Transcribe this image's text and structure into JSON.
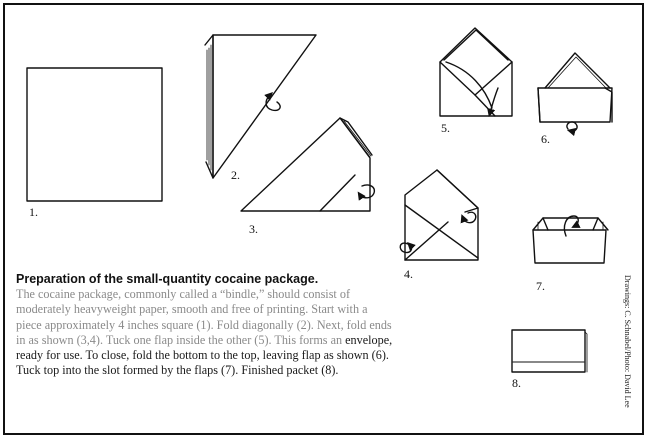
{
  "figure": {
    "step_labels": [
      "1.",
      "2.",
      "3.",
      "4.",
      "5.",
      "6.",
      "7.",
      "8."
    ]
  },
  "caption": {
    "title": "Preparation of the small-quantity cocaine package.",
    "body_faded": "The cocaine package, commonly called a “bindle,” should consist of moderately heavyweight paper, smooth and free of printing. Start with a piece approximately 4 inches square (1). Fold diagonally (2). Next, fold ends in as shown (3,4). Tuck one flap inside the other (5). This forms an",
    "body_dark": " envelope, ready for use. To close, fold the bottom to the top, leaving flap as shown (6). Tuck top into the slot formed by the flaps (7). Finished packet (8)."
  },
  "credit": "Drawings: C. Schnabel/Photo: David Lee"
}
